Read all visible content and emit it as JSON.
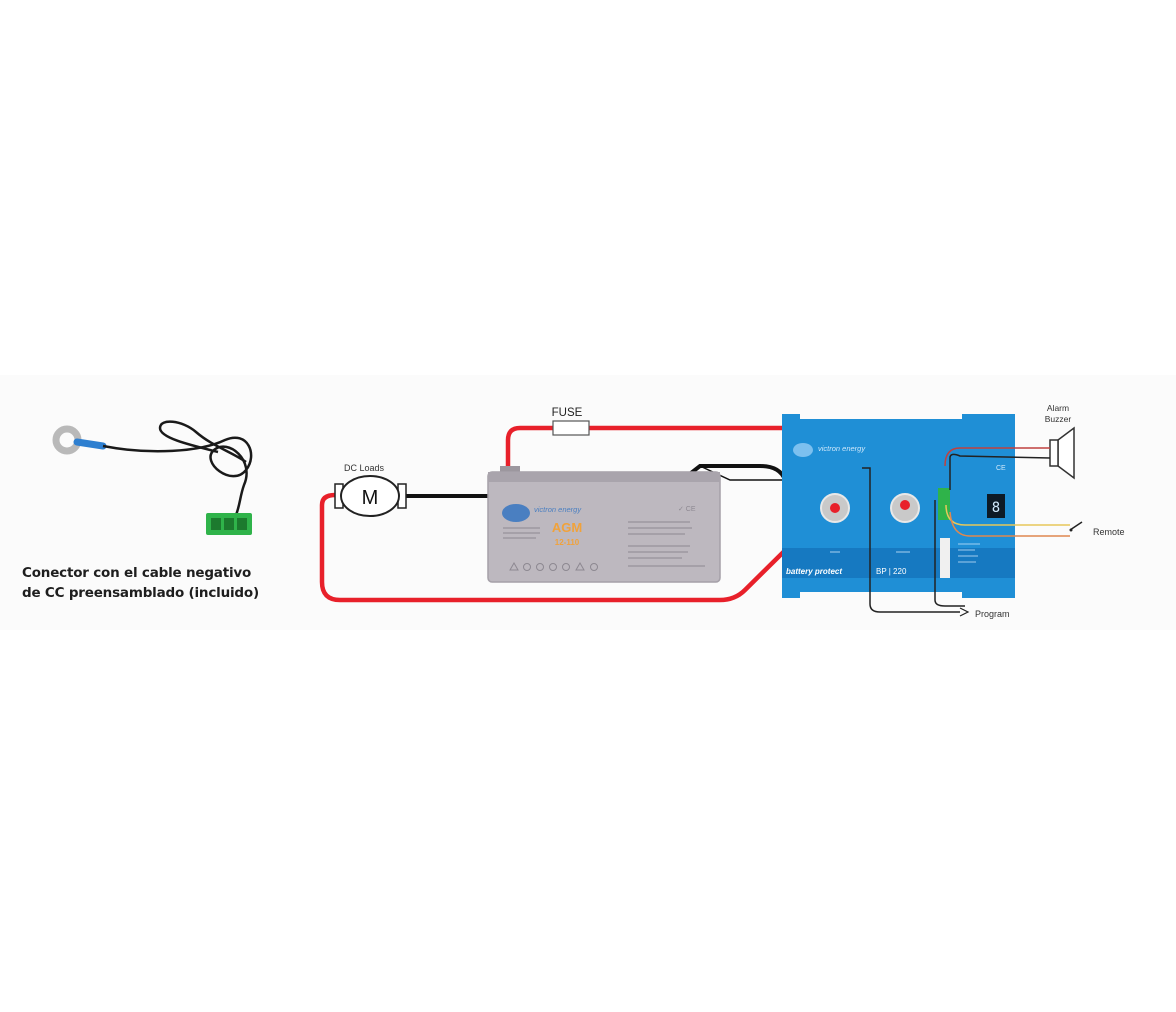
{
  "caption": {
    "line1": "Conector con el cable negativo",
    "line2": "de CC preensamblado (incluido)"
  },
  "diagram": {
    "fuse_label": "FUSE",
    "motor_label": "DC Loads",
    "motor_symbol": "M",
    "battery": {
      "brand": "victron energy",
      "type": "AGM",
      "model": "12-110"
    },
    "protector": {
      "brand": "victron energy",
      "name": "battery protect",
      "model": "BP | 220"
    },
    "alarm_label_line1": "Alarm",
    "alarm_label_line2": "Buzzer",
    "remote_label": "Remote",
    "program_label": "Program"
  },
  "colors": {
    "positive_wire": "#e8202a",
    "negative_wire": "#111111",
    "protector_body": "#1f8fd6",
    "battery_body": "#bdb8bf",
    "connector_green": "#2fb34a"
  }
}
